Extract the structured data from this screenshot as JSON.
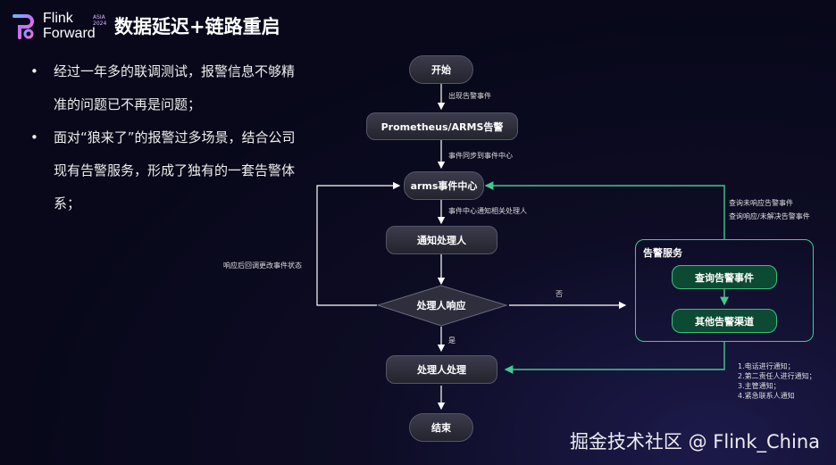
{
  "brand": {
    "line1": "Flink",
    "line2": "Forward",
    "badge_asia": "ASIA",
    "badge_year": "2024"
  },
  "slide": {
    "title": "数据延迟+链路重启"
  },
  "bullets": [
    "经过一年多的联调测试，报警信息不够精准的问题已不再是问题；",
    "面对“狼来了”的报警过多场景，结合公司现有告警服务，形成了独有的一套告警体系；"
  ],
  "flow": {
    "start": "开始",
    "label_alert_event": "出现告警事件",
    "prometheus": "Prometheus/ARMS告警",
    "label_sync": "事件同步到事件中心",
    "event_center": "arms事件中心",
    "label_notify_handler": "事件中心通知相关处理人",
    "notify_handler": "通知处理人",
    "handler_response": "处理人响应",
    "label_no": "否",
    "label_yes": "是",
    "label_update_status": "响应后回调更改事件状态",
    "handler_process": "处理人处理",
    "end": "结束",
    "service_title": "告警服务",
    "query_event": "查询告警事件",
    "other_channel": "其他告警渠道",
    "label_query_1": "查询未响应告警事件",
    "label_query_2": "查询响应/未解决告警事件",
    "notify_methods": [
      "1.电话进行通知；",
      "2.第二责任人进行通知；",
      "3.主管通知；",
      "4.紧急联系人通知"
    ]
  },
  "watermark": "掘金技术社区 @ Flink_China",
  "colors": {
    "accent_green": "#45c890",
    "box_fill": "#2e2e3c",
    "background": "#0d0c24"
  }
}
